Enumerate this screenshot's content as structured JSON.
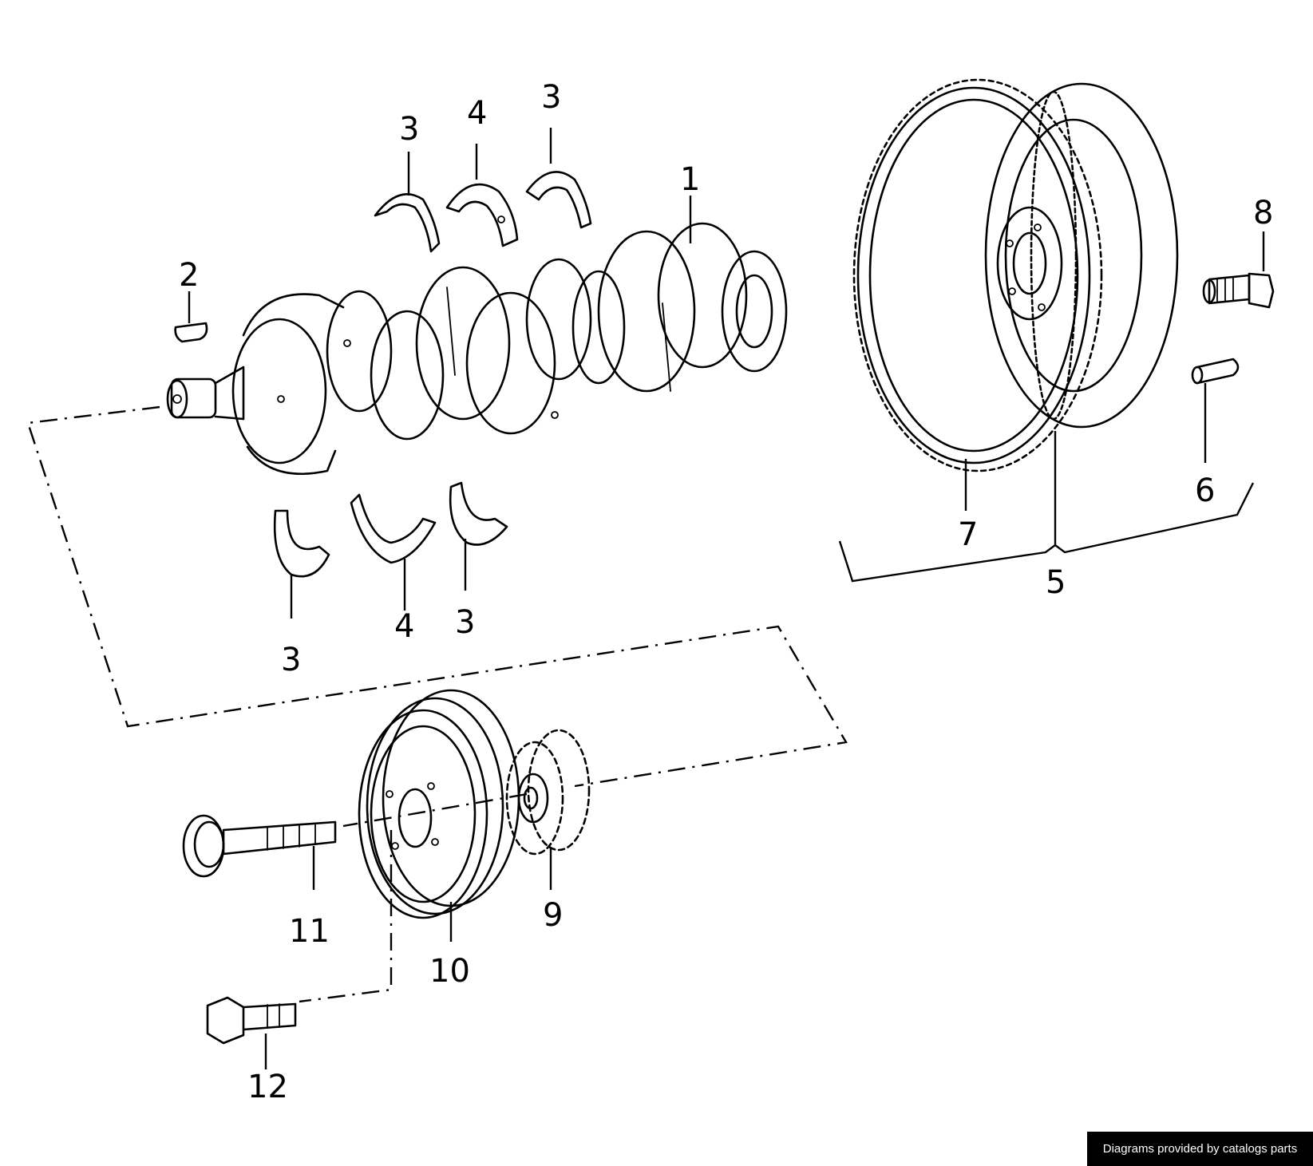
{
  "callouts": [
    {
      "id": "crankshaft",
      "label": "1"
    },
    {
      "id": "key",
      "label": "2"
    },
    {
      "id": "thrust-washer-top-left",
      "label": "3"
    },
    {
      "id": "bearing-shell-top",
      "label": "4"
    },
    {
      "id": "thrust-washer-top-right",
      "label": "3"
    },
    {
      "id": "thrust-washer-bottom-left",
      "label": "3"
    },
    {
      "id": "bearing-shell-bottom",
      "label": "4"
    },
    {
      "id": "thrust-washer-bottom-right",
      "label": "3"
    },
    {
      "id": "flywheel-assembly",
      "label": "5"
    },
    {
      "id": "ring-gear",
      "label": "5"
    },
    {
      "id": "dowel-pin",
      "label": "6"
    },
    {
      "id": "flywheel",
      "label": "7"
    },
    {
      "id": "flywheel-bolt",
      "label": "8"
    },
    {
      "id": "sprocket",
      "label": "9"
    },
    {
      "id": "pulley",
      "label": "10"
    },
    {
      "id": "central-bolt",
      "label": "11"
    },
    {
      "id": "pulley-bolt",
      "label": "12"
    }
  ],
  "credit": "Diagrams provided by catalogs parts"
}
